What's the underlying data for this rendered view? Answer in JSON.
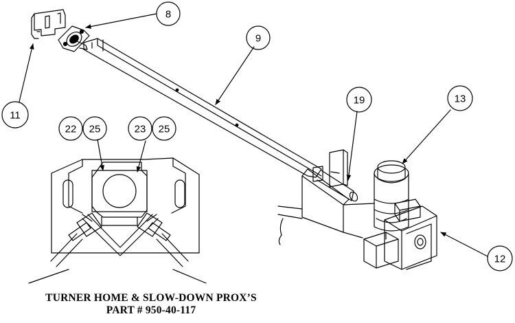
{
  "callouts": [
    {
      "id": "c8",
      "label": "8"
    },
    {
      "id": "c9",
      "label": "9"
    },
    {
      "id": "c11",
      "label": "11"
    },
    {
      "id": "c19",
      "label": "19"
    },
    {
      "id": "c13",
      "label": "13"
    },
    {
      "id": "c12",
      "label": "12"
    },
    {
      "id": "c22",
      "label": "22"
    },
    {
      "id": "c25a",
      "label": "25"
    },
    {
      "id": "c23",
      "label": "23"
    },
    {
      "id": "c25b",
      "label": "25"
    }
  ],
  "caption": {
    "line1": "TURNER HOME & SLOW-DOWN PROX’S",
    "line2": "PART # 950-40-117"
  }
}
